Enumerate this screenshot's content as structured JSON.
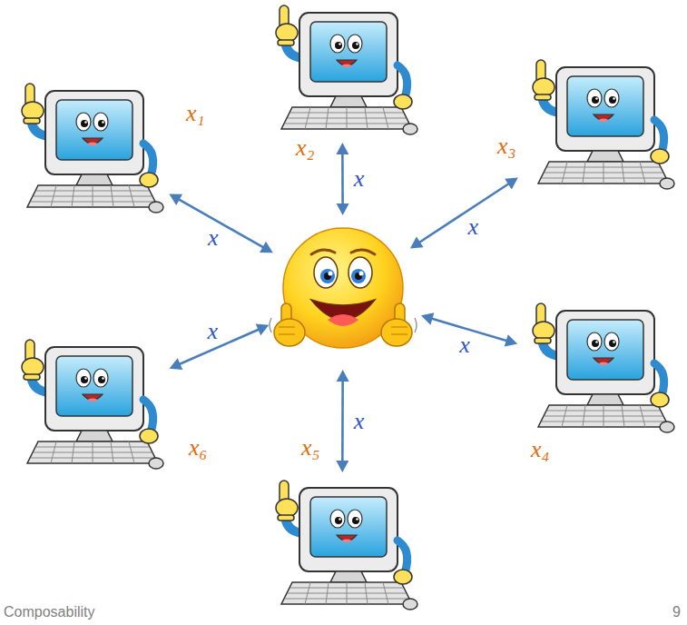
{
  "diagram": {
    "nodes": [
      {
        "text": [
          "x₁"
        ]
      },
      {
        "text": [
          "x₂"
        ]
      },
      {
        "text": [
          "x₃"
        ]
      },
      {
        "text": [
          "x₄"
        ]
      },
      {
        "text": [
          "x₅"
        ]
      },
      {
        "text": [
          "x₆"
        ]
      },
      {
        "text": []
      }
    ],
    "edges": [
      {
        "from": 0,
        "to": 6,
        "arrow": "both",
        "label": "x"
      },
      {
        "from": 1,
        "to": 6,
        "arrow": "both",
        "label": "x"
      },
      {
        "from": 2,
        "to": 6,
        "arrow": "both",
        "label": "x"
      },
      {
        "from": 3,
        "to": 6,
        "arrow": "both",
        "label": "x"
      },
      {
        "from": 4,
        "to": 6,
        "arrow": "both",
        "label": "x"
      },
      {
        "from": 5,
        "to": 6,
        "arrow": "both",
        "label": "x"
      }
    ],
    "labels": [
      "Composability",
      "9"
    ]
  }
}
